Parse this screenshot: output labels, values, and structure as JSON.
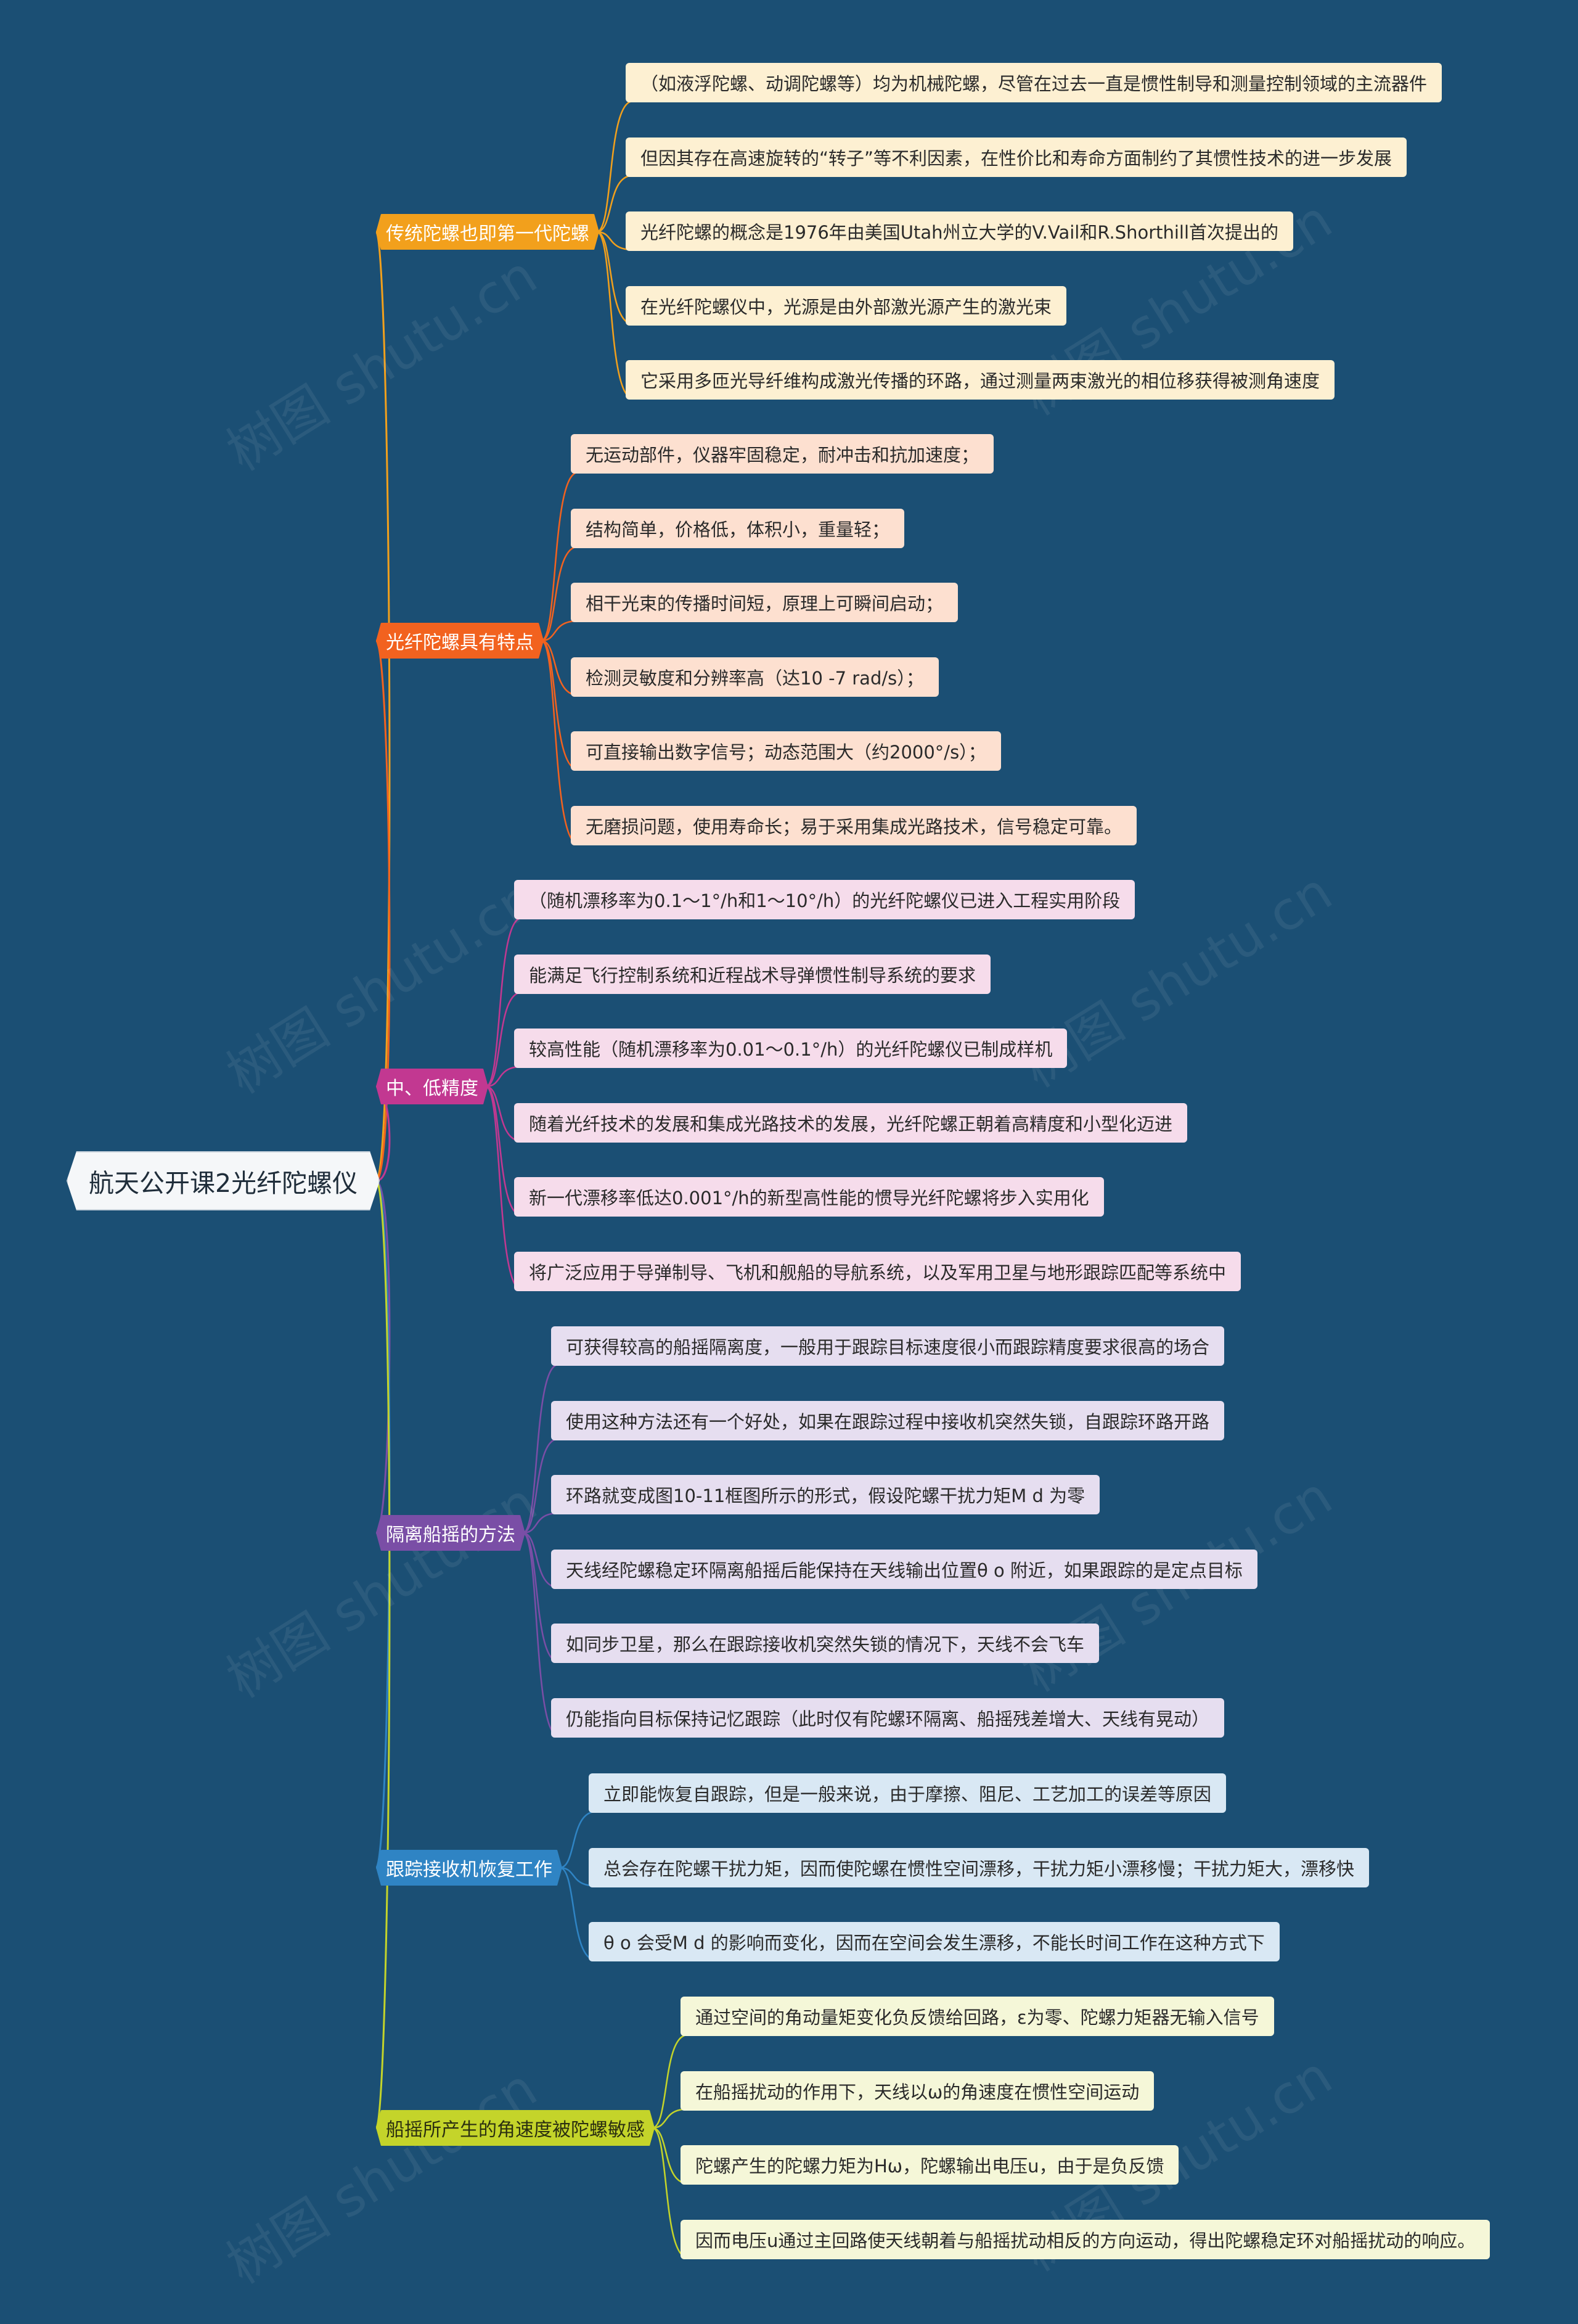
{
  "watermark": "树图 shutu.cn",
  "root": {
    "label": "航天公开课2光纤陀螺仪"
  },
  "branches": [
    {
      "label": "传统陀螺也即第一代陀螺",
      "color": "#f2a01c",
      "leaf_color": "#fdf0d2",
      "leaves": [
        "（如液浮陀螺、动调陀螺等）均为机械陀螺，尽管在过去一直是惯性制导和测量控制领域的主流器件",
        "但因其存在高速旋转的“转子”等不利因素，在性价比和寿命方面制约了其惯性技术的进一步发展",
        "光纤陀螺的概念是1976年由美国Utah州立大学的V.Vail和R.Shorthill首次提出的",
        "在光纤陀螺仪中，光源是由外部激光源产生的激光束",
        "它采用多匝光导纤维构成激光传播的环路，通过测量两束激光的相位移获得被测角速度"
      ]
    },
    {
      "label": "光纤陀螺具有特点",
      "color": "#f2621f",
      "leaf_color": "#fde0d0",
      "leaves": [
        "无运动部件，仪器牢固稳定，耐冲击和抗加速度；",
        "结构简单，价格低，体积小，重量轻；",
        "相干光束的传播时间短，原理上可瞬间启动；",
        "检测灵敏度和分辨率高（达10 -7 rad/s）；",
        "可直接输出数字信号；动态范围大（约2000°/s）；",
        "无磨损问题，使用寿命长；易于采用集成光路技术，信号稳定可靠。"
      ]
    },
    {
      "label": "中、低精度",
      "color": "#c23891",
      "leaf_color": "#f6dceb",
      "leaves": [
        "（随机漂移率为0.1～1°/h和1～10°/h）的光纤陀螺仪已进入工程实用阶段",
        "能满足飞行控制系统和近程战术导弹惯性制导系统的要求",
        "较高性能（随机漂移率为0.01～0.1°/h）的光纤陀螺仪已制成样机",
        "随着光纤技术的发展和集成光路技术的发展，光纤陀螺正朝着高精度和小型化迈进",
        "新一代漂移率低达0.001°/h的新型高性能的惯导光纤陀螺将步入实用化",
        "将广泛应用于导弹制导、飞机和舰船的导航系统，以及军用卫星与地形跟踪匹配等系统中"
      ]
    },
    {
      "label": "隔离船摇的方法",
      "color": "#7a4ea6",
      "leaf_color": "#e6def0",
      "leaves": [
        "可获得较高的船摇隔离度，一般用于跟踪目标速度很小而跟踪精度要求很高的场合",
        "使用这种方法还有一个好处，如果在跟踪过程中接收机突然失锁，自跟踪环路开路",
        "环路就变成图10-11框图所示的形式，假设陀螺干扰力矩M d 为零",
        "天线经陀螺稳定环隔离船摇后能保持在天线输出位置θ o 附近，如果跟踪的是定点目标",
        "如同步卫星，那么在跟踪接收机突然失锁的情况下，天线不会飞车",
        "仍能指向目标保持记忆跟踪（此时仅有陀螺环隔离、船摇残差增大、天线有晃动）"
      ]
    },
    {
      "label": "跟踪接收机恢复工作",
      "color": "#2f84c4",
      "leaf_color": "#d9e8f4",
      "leaves": [
        "立即能恢复自跟踪，但是一般来说，由于摩擦、阻尼、工艺加工的误差等原因",
        "总会存在陀螺干扰力矩，因而使陀螺在惯性空间漂移，干扰力矩小漂移慢；干扰力矩大，漂移快",
        "θ o 会受M d 的影响而变化，因而在空间会发生漂移，不能长时间工作在这种方式下"
      ]
    },
    {
      "label": "船摇所产生的角速度被陀螺敏感",
      "color": "#c4d42a",
      "leaf_color": "#f5f7d8",
      "dark_text": true,
      "leaves": [
        "通过空间的角动量矩变化负反馈给回路，ε为零、陀螺力矩器无输入信号",
        "在船摇扰动的作用下，天线以ω的角速度在惯性空间运动",
        "陀螺产生的陀螺力矩为Hω，陀螺输出电压u，由于是负反馈",
        "因而电压u通过主回路使天线朝着与船摇扰动相反的方向运动，得出陀螺稳定环对船摇扰动的响应。"
      ]
    }
  ]
}
